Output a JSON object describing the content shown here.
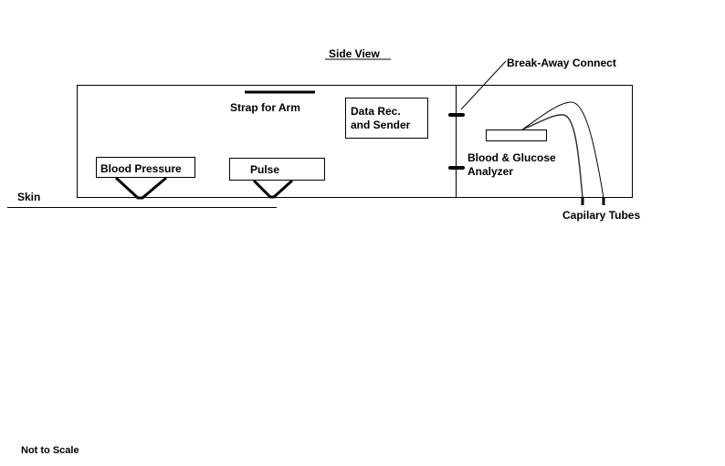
{
  "title": "Side View",
  "labels": {
    "strap": "Strap for Arm",
    "data_rec_line1": "Data Rec.",
    "data_rec_line2": "and Sender",
    "blood_pressure": "Blood Pressure",
    "pulse": "Pulse",
    "skin": "Skin",
    "break_away": "Break-Away Connect",
    "analyzer_line1": "Blood & Glucose",
    "analyzer_line2": "Analyzer",
    "capillary": "Capilary Tubes",
    "not_to_scale": "Not to Scale"
  },
  "colors": {
    "line": "#000000",
    "background": "#ffffff"
  }
}
